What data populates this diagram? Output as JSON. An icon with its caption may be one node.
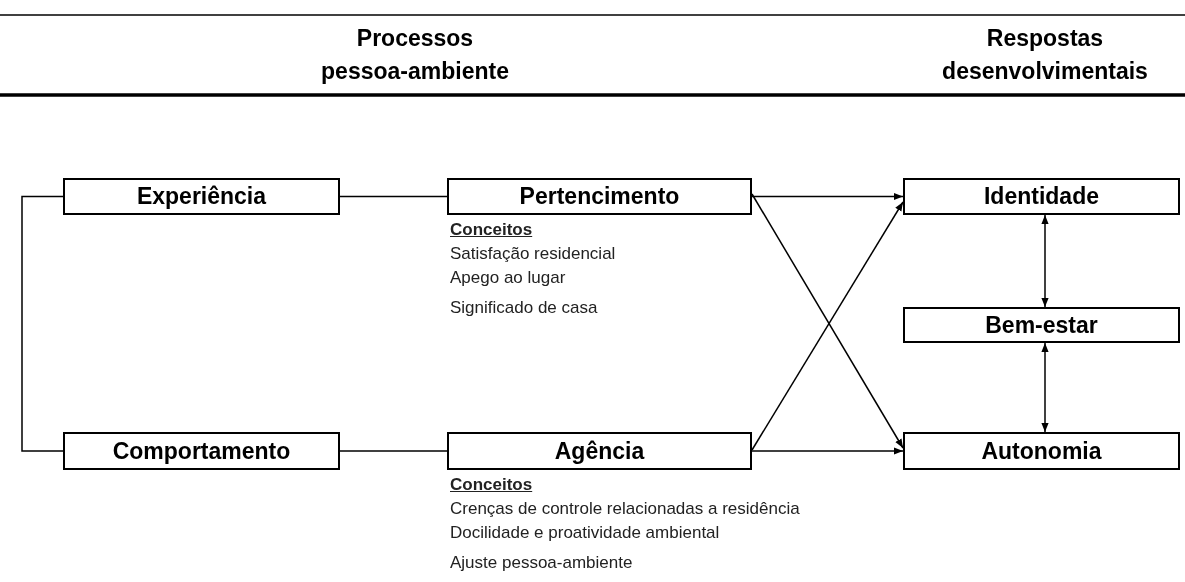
{
  "diagram": {
    "nodes": [
      {
        "text": [
          "Experiência"
        ]
      },
      {
        "text": [
          "Pertencimento"
        ],
        "beside": [
          "Conceitos",
          "Satisfação residencial",
          "Apego ao lugar",
          "Significado de casa"
        ]
      },
      {
        "text": [
          "Identidade"
        ]
      },
      {
        "text": [
          "Bem-estar"
        ]
      },
      {
        "text": [
          "Comportamento"
        ]
      },
      {
        "text": [
          "Agência"
        ],
        "beside": [
          "Conceitos",
          "Crenças de controle relacionadas a residência",
          "Docilidade e proatividade ambiental",
          "Ajuste pessoa-ambiente"
        ]
      },
      {
        "text": [
          "Autonomia"
        ]
      }
    ],
    "edges": [
      {
        "from": 0,
        "to": 4,
        "arrow": "none"
      },
      {
        "from": 0,
        "to": 1,
        "arrow": "none"
      },
      {
        "from": 4,
        "to": 5,
        "arrow": "none"
      },
      {
        "from": 1,
        "to": 2,
        "arrow": "to"
      },
      {
        "from": 1,
        "to": 6,
        "arrow": "to"
      },
      {
        "from": 5,
        "to": 2,
        "arrow": "to"
      },
      {
        "from": 5,
        "to": 6,
        "arrow": "to"
      },
      {
        "from": 2,
        "to": 3,
        "arrow": "both"
      },
      {
        "from": 3,
        "to": 6,
        "arrow": "both"
      }
    ],
    "labels": [
      "Processos pessoa-ambiente",
      "Respostas desenvolvimentais"
    ]
  }
}
